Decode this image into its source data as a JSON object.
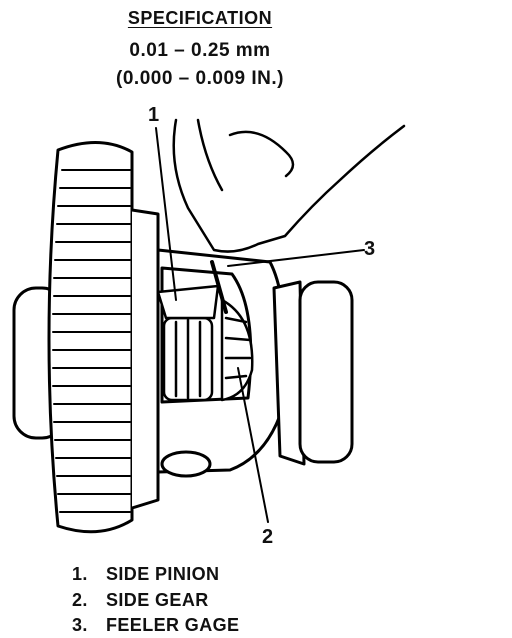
{
  "specification": {
    "title": "SPECIFICATION",
    "metric": "0.01 – 0.25 mm",
    "imperial": "(0.000 – 0.009 IN.)"
  },
  "callouts": [
    "1",
    "3",
    "2"
  ],
  "legend": [
    {
      "number": "1.",
      "label": "SIDE PINION"
    },
    {
      "number": "2.",
      "label": "SIDE GEAR"
    },
    {
      "number": "3.",
      "label": "FEELER GAGE"
    }
  ]
}
